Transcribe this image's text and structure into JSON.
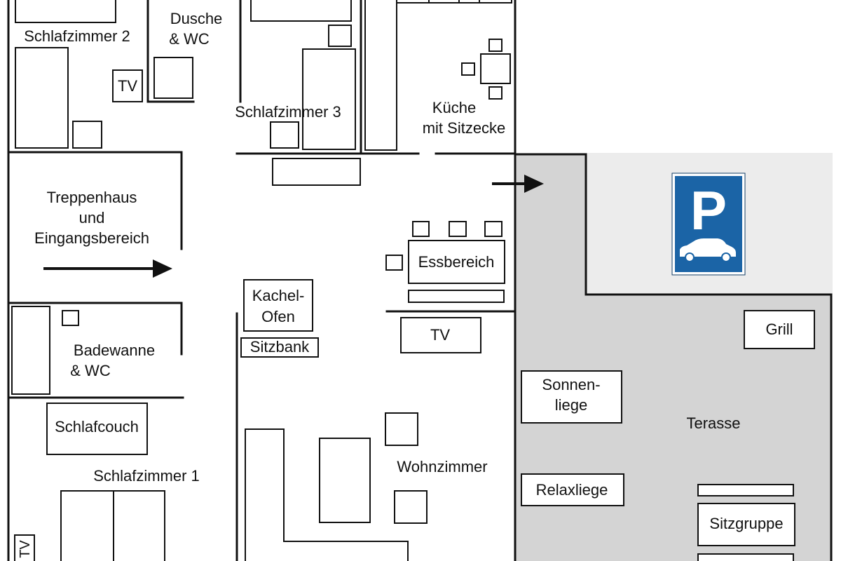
{
  "colors": {
    "wall": "#111111",
    "terrace": "#d4d4d4",
    "parking_area": "#ececec",
    "parking_sign": "#1b64a6",
    "sign_symbol": "#ffffff"
  },
  "rooms": {
    "bedroom_2": "Schlafzimmer 2",
    "shower_line1": "Dusche",
    "shower_line2": "& WC",
    "bedroom_3": "Schlafzimmer 3",
    "kitchen_line1": "Küche",
    "kitchen_line2": "mit Sitzecke",
    "stairs_line1": "Treppenhaus",
    "stairs_line2": "und",
    "stairs_line3": "Eingangsbereich",
    "bath_line1": "Badewanne",
    "bath_line2": "& WC",
    "bedroom_1": "Schlafzimmer 1",
    "living_room": "Wohnzimmer",
    "terrace": "Terasse"
  },
  "furniture": {
    "tv_bedroom_2": "TV",
    "tiled_stove_line1": "Kachel-",
    "tiled_stove_line2": "Ofen",
    "bench": "Sitzbank",
    "dining_area": "Essbereich",
    "tv_living_room": "TV",
    "sofa_bed": "Schlafcouch",
    "grill": "Grill",
    "sun_lounger_line1": "Sonnen-",
    "sun_lounger_line2": "liege",
    "relax_lounger": "Relaxliege",
    "seating_group": "Sitzgruppe",
    "tv_bedroom_1": "TV",
    "parking_letter": "P"
  }
}
